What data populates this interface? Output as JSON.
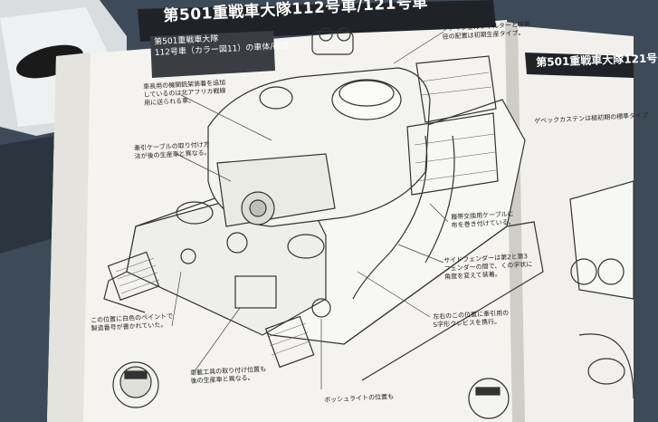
{
  "page": {
    "title": "第501重戦車大隊112号車/121号車",
    "subtitle_line1": "第501重戦車大隊",
    "subtitle_line2": "112号車（カラー図11）の車体/砲塔",
    "right_page_title": "第501重戦車大隊121号"
  },
  "annotations": {
    "top_left_1": "車長用の機関銃架装着を追加",
    "top_left_2": "しているのは北アフリカ戦線",
    "top_left_3": "用に送られる車。",
    "left_mid_1": "牽引ケーブルの取り付け方",
    "left_mid_2": "法が後の生産車と異なる。",
    "top_right_1": "ファイフェルフィルターと吸気",
    "top_right_2": "径の配置は初期生産タイプ。",
    "right_1": "履帯交換用ケーブルに",
    "right_2": "布を巻き付けている。",
    "right_3": "サイドフェンダーは第2と第3",
    "right_4": "フェンダーの間で、くの字状に",
    "right_5": "角度を変えて装着。",
    "right_6": "左右のこの位置に牽引用の",
    "right_7": "S字形クレビスを携行。",
    "bottom_left_1": "この位置に白色のペイントで",
    "bottom_left_2": "製造番号が書かれていた。",
    "bottom_mid_1": "車載工具の取り付け位置も",
    "bottom_mid_2": "後の生産車と異なる。",
    "bottom_right_1": "ボッシュライトの位置も",
    "far_right_1": "ゲベックカステンは極初期の標準タイプ"
  },
  "colors": {
    "background": "#3d4a57",
    "paper": "#f4f3ef",
    "title_band": "#1f2327",
    "ink": "#333333"
  }
}
